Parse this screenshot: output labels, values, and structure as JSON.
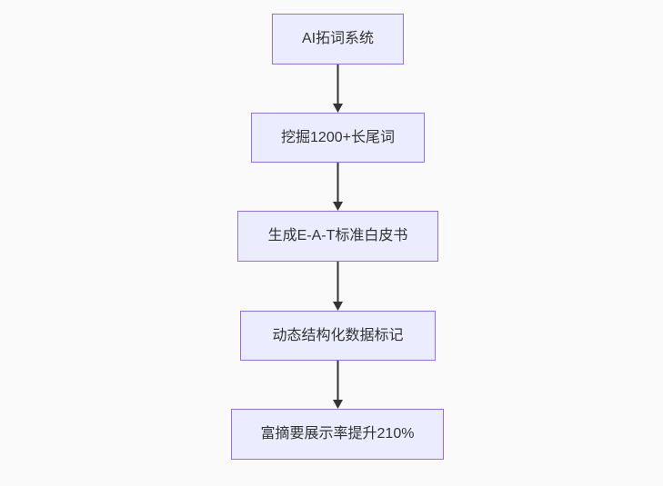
{
  "diagram": {
    "type": "flowchart",
    "direction": "top-down",
    "nodes": [
      {
        "id": "A",
        "label": "AI拓词系统"
      },
      {
        "id": "B",
        "label": "挖掘1200+长尾词"
      },
      {
        "id": "C",
        "label": "生成E-A-T标准白皮书"
      },
      {
        "id": "D",
        "label": "动态结构化数据标记"
      },
      {
        "id": "E",
        "label": "富摘要展示率提升210%"
      }
    ],
    "edges": [
      {
        "from": "A",
        "to": "B"
      },
      {
        "from": "B",
        "to": "C"
      },
      {
        "from": "C",
        "to": "D"
      },
      {
        "from": "D",
        "to": "E"
      }
    ],
    "colors": {
      "node_fill": "#ECECFF",
      "node_border": "#9370DB",
      "node_text": "#333333",
      "arrow": "#333333",
      "background": "#FAFAFA"
    }
  }
}
